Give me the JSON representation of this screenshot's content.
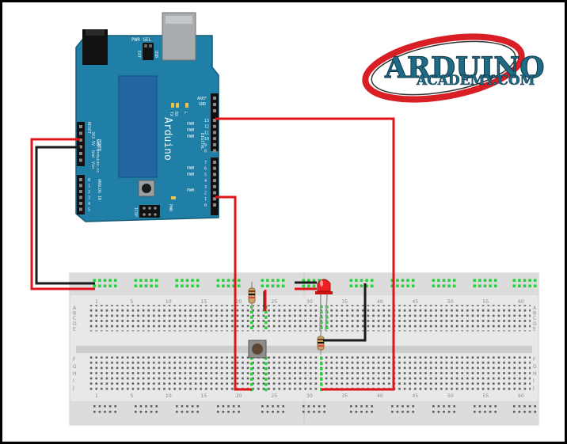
{
  "logo": {
    "line1": "ARDUINO",
    "line2": "ACADEMY.COM",
    "ring_color": "#d81f26",
    "text_color": "#1f6b85"
  },
  "board": {
    "name": "Arduino",
    "url": "www.arduino.cc",
    "color": "#1f7fa6",
    "labels": {
      "pwr_sel": "PWR SEL",
      "usb": "USB",
      "ext": "EXT",
      "aref": "AREF",
      "gnd": "GND",
      "tx_led": "TX",
      "rx_led": "RX",
      "l_led": "L",
      "pwr_led": "PWR",
      "power": "POWER",
      "analog_in": "ANALOG IN",
      "digital": "DIGITAL",
      "icsp": "ICSP",
      "reset": "RESET",
      "v33": "3V3",
      "v5": "5V",
      "gnd_a": "Gnd",
      "vin": "Vin"
    },
    "digital_pins": [
      "13",
      "12",
      "11",
      "10",
      "9",
      "8",
      "7",
      "6",
      "5",
      "4",
      "3",
      "2",
      "1",
      "0"
    ],
    "pwm_label": "PWM",
    "analog_pins": [
      "0",
      "1",
      "2",
      "3",
      "4",
      "5"
    ]
  },
  "breadboard": {
    "column_numbers": [
      "1",
      "5",
      "10",
      "15",
      "20",
      "25",
      "30",
      "35",
      "40",
      "45",
      "50",
      "55",
      "60"
    ],
    "row_letters_top": [
      "A",
      "B",
      "C",
      "D",
      "E"
    ],
    "row_letters_bottom": [
      "F",
      "G",
      "H",
      "I",
      "J"
    ]
  },
  "wires": {
    "power_color": "#e0141b",
    "ground_color": "#1a1a1a",
    "signal_color": "#e0141b"
  },
  "components": {
    "led_color": "#ee2222",
    "button_color": "#5b4636",
    "resistor_color": "#c9a26c"
  }
}
